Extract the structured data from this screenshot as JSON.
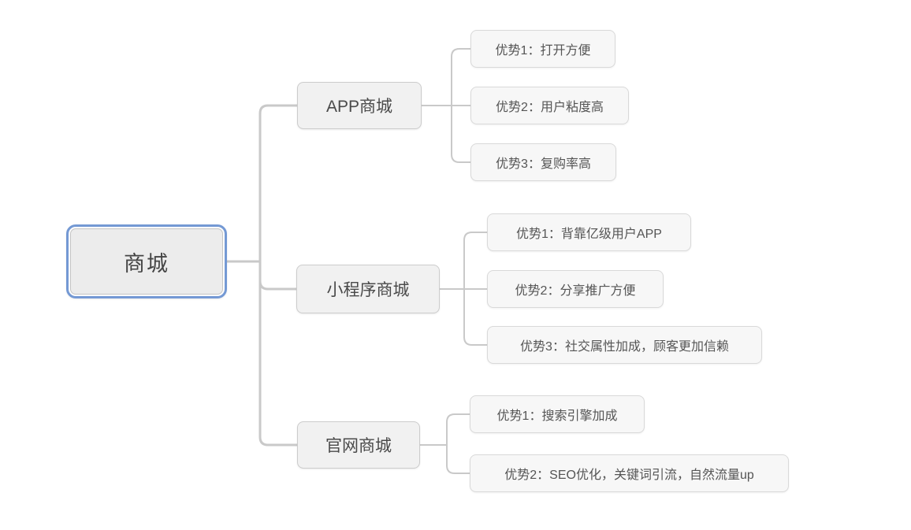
{
  "mindmap": {
    "root": {
      "label": "商城",
      "selected": true
    },
    "branches": [
      {
        "label": "APP商城",
        "children": [
          "优势1：打开方便",
          "优势2：用户粘度高",
          "优势3：复购率高"
        ]
      },
      {
        "label": "小程序商城",
        "children": [
          "优势1：背靠亿级用户APP",
          "优势2：分享推广方便",
          "优势3：社交属性加成，顾客更加信赖"
        ]
      },
      {
        "label": "官网商城",
        "children": [
          "优势1：搜索引擎加成",
          "优势2：SEO优化，关键词引流，自然流量up"
        ]
      }
    ],
    "colors": {
      "selection_border": "#7499d4",
      "branch_fill": "#f1f1f1",
      "branch_border": "#cccccc",
      "leaf_fill": "#f7f7f7",
      "leaf_border": "#d9d9d9",
      "root_fill": "#ececec",
      "connector": "#c9c9c9",
      "text": "#4a4a4a",
      "background": "#ffffff"
    }
  }
}
